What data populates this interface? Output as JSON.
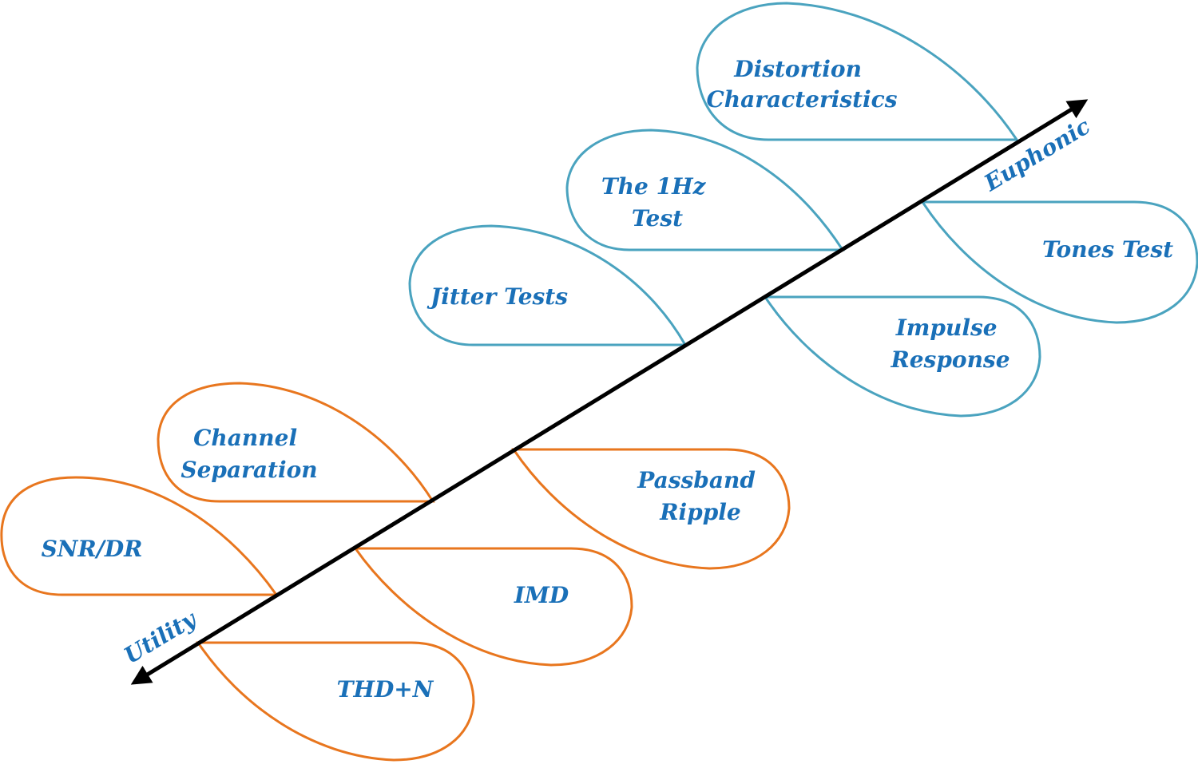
{
  "colors": {
    "utility_leaf": "#e8761e",
    "euphonic_leaf": "#4aa3bf",
    "label_text": "#1a70b8",
    "axis": "#000000"
  },
  "axis": {
    "start_label": "Utility",
    "end_label": "Euphonic"
  },
  "leaves": {
    "snr_dr": [
      "SNR/DR"
    ],
    "channel_separation": [
      "Channel",
      "Separation"
    ],
    "thd_n": [
      "THD+N"
    ],
    "imd": [
      "IMD"
    ],
    "passband_ripple": [
      "Passband",
      "Ripple"
    ],
    "jitter_tests": [
      "Jitter Tests"
    ],
    "one_hz_test": [
      "The 1Hz",
      "Test"
    ],
    "distortion_characteristics": [
      "Distortion",
      "Characteristics"
    ],
    "impulse_response": [
      "Impulse",
      "Response"
    ],
    "tones_test": [
      "Tones Test"
    ]
  }
}
